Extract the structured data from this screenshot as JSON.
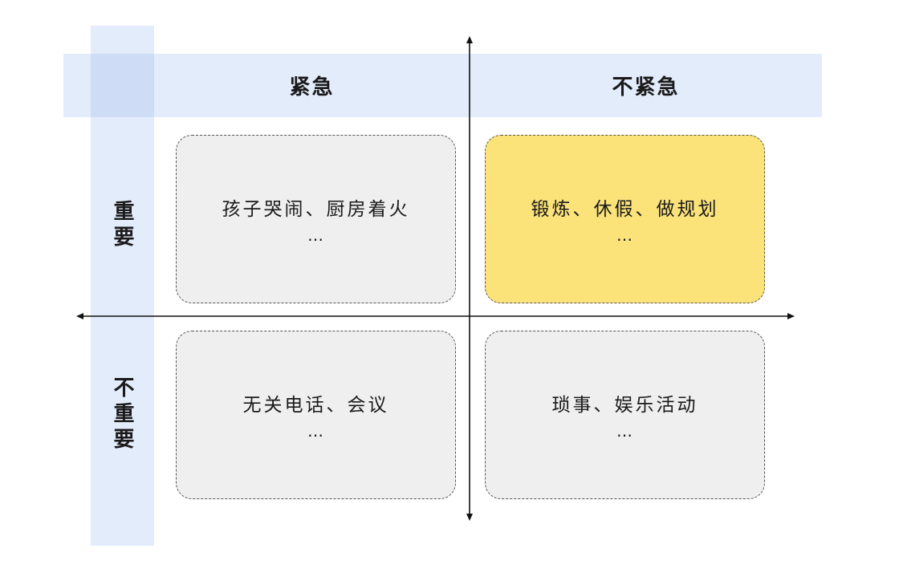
{
  "columns": {
    "urgent": "紧急",
    "not_urgent": "不紧急"
  },
  "rows": {
    "important": "重要",
    "not_important": "不重要"
  },
  "quadrants": {
    "urgent_important": {
      "text": "孩子哭闹、厨房着火",
      "more": "…"
    },
    "not_urgent_important": {
      "text": "锻炼、休假、做规划",
      "more": "…"
    },
    "urgent_not_important": {
      "text": "无关电话、会议",
      "more": "…"
    },
    "not_urgent_not_important": {
      "text": "琐事、娱乐活动",
      "more": "…"
    }
  },
  "colors": {
    "band": "#e3ecfb",
    "band_cross": "#cfdcf6",
    "quadrant_default": "#efefef",
    "quadrant_highlight": "#fbe37a",
    "axis": "#111111"
  }
}
